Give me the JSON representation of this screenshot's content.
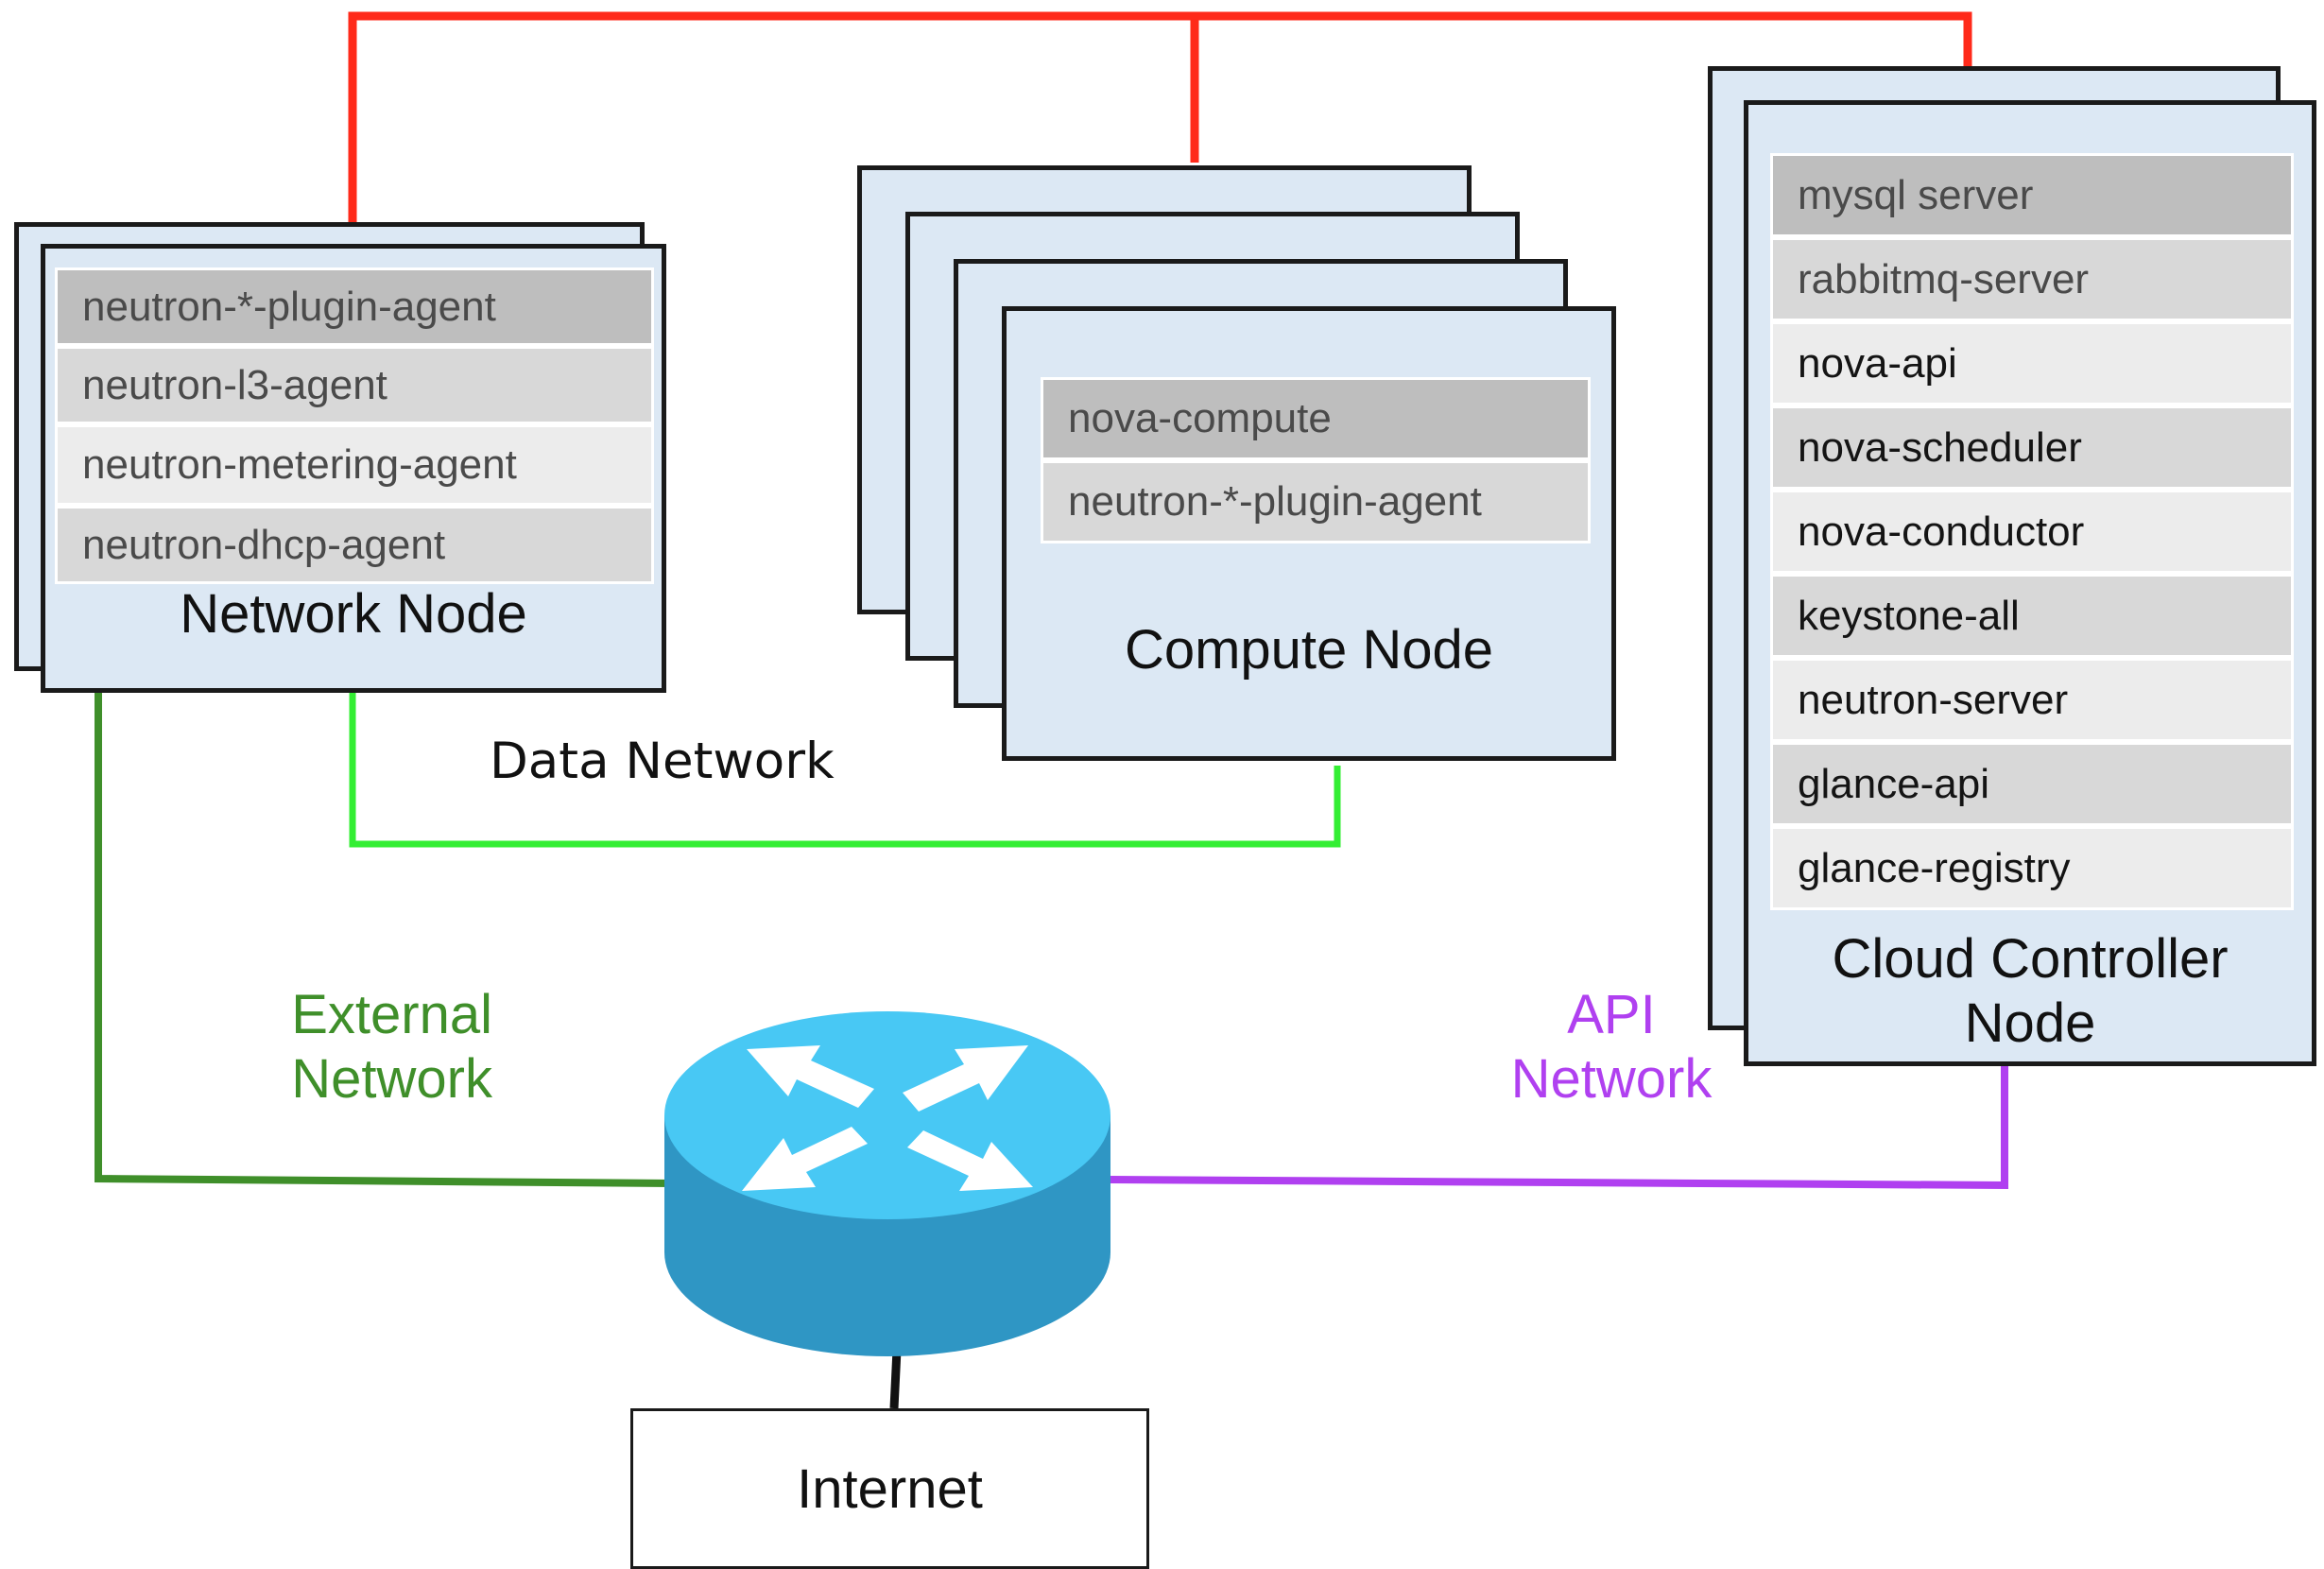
{
  "network_node": {
    "title": "Network Node",
    "services": [
      "neutron-*-plugin-agent",
      "neutron-l3-agent",
      "neutron-metering-agent",
      "neutron-dhcp-agent"
    ]
  },
  "compute_node": {
    "title": "Compute Node",
    "services": [
      "nova-compute",
      "neutron-*-plugin-agent"
    ]
  },
  "controller_node": {
    "title_line1": "Cloud Controller",
    "title_line2": "Node",
    "services": [
      "mysql server",
      "rabbitmq-server",
      "nova-api",
      "nova-scheduler",
      "nova-conductor",
      "keystone-all",
      "neutron-server",
      "glance-api",
      "glance-registry"
    ]
  },
  "networks": {
    "data": "Data Network",
    "external_line1": "External",
    "external_line2": "Network",
    "api_line1": "API",
    "api_line2": "Network"
  },
  "internet": "Internet",
  "colors": {
    "management_network": "#ff2a1a",
    "data_network": "#33ee33",
    "external_network": "#3f8f2a",
    "api_network": "#b040f0",
    "router": "#3ab8e8",
    "node_fill": "#dce8f4"
  }
}
